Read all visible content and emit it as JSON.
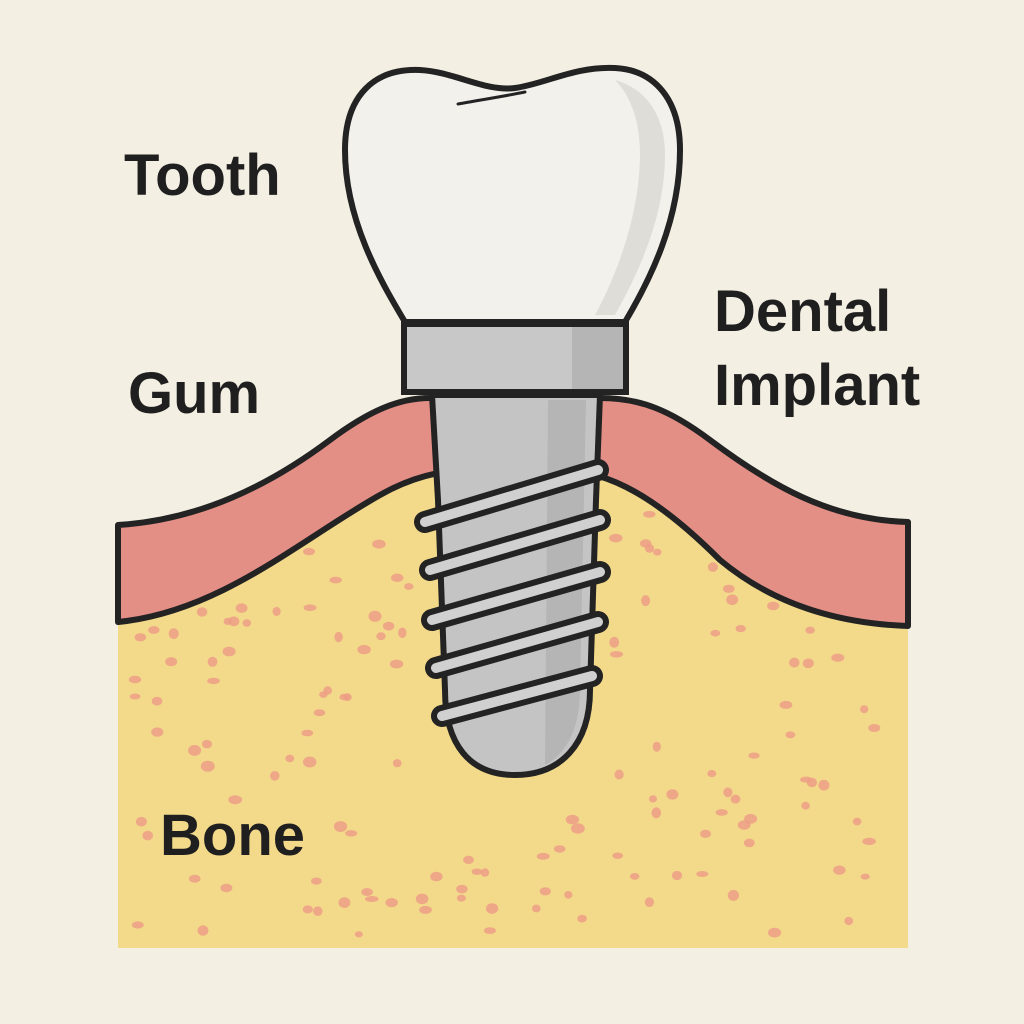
{
  "labels": {
    "tooth": "Tooth",
    "gum": "Gum",
    "dental_implant_line1": "Dental",
    "dental_implant_line2": "Implant",
    "bone": "Bone"
  },
  "colors": {
    "background": "#f4efe3",
    "bone": "#f3d98a",
    "bone_pores": "#ec9e86",
    "gum": "#e48f86",
    "tooth": "#f2f1ec",
    "implant": "#c4c4c4",
    "outline": "#232323"
  }
}
